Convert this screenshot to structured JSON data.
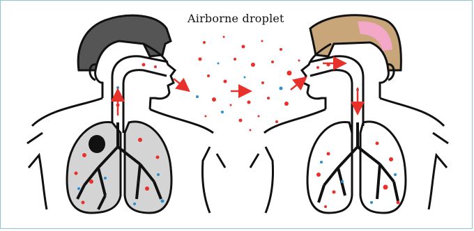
{
  "caption": "Airborne droplet",
  "colors": {
    "outline": "#111111",
    "lung_fill": "#d4d4d4",
    "hair_infected": "#555555",
    "hair_receiver": "#c9a67a",
    "hair_highlight": "#f4a8c8",
    "droplet_red": "#e8312a",
    "droplet_blue": "#2a8fd6",
    "arrow": "#e8312a",
    "tumor": "#111111"
  },
  "figures": [
    {
      "role": "infected-person",
      "side": "left"
    },
    {
      "role": "receiving-person",
      "side": "right"
    }
  ]
}
